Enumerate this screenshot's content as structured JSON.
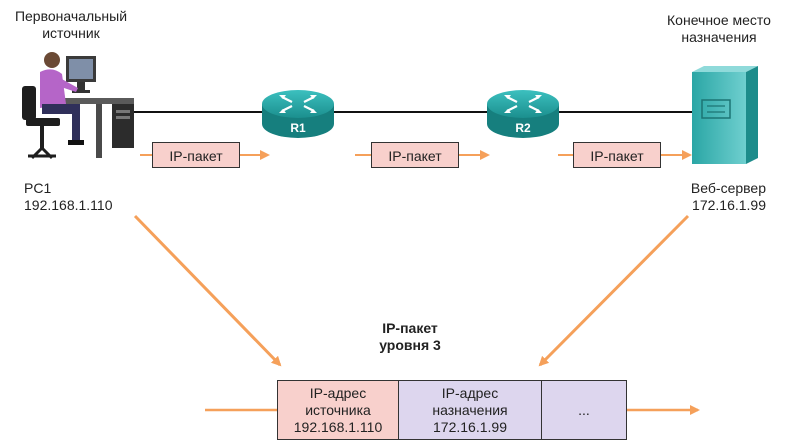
{
  "source_label": [
    "Первоначальный",
    "источник"
  ],
  "destination_label": [
    "Конечное место",
    "назначения"
  ],
  "pc": {
    "name": "PC1",
    "ip": "192.168.1.110"
  },
  "server": {
    "name": "Веб-сервер",
    "ip": "172.16.1.99"
  },
  "routers": [
    {
      "name": "R1"
    },
    {
      "name": "R2"
    }
  ],
  "hop_packet_label": "IP-пакет",
  "layer3_title": [
    "IP-пакет",
    "уровня 3"
  ],
  "header_fields": [
    {
      "lines": [
        "IP-адрес",
        "источника",
        "192.168.1.110"
      ]
    },
    {
      "lines": [
        "IP-адрес",
        "назначения",
        "172.16.1.99"
      ]
    },
    {
      "lines": [
        "",
        "..."
      ]
    }
  ],
  "colors": {
    "arrow": "#f5a05a",
    "packet_fill": "#f8d0cc",
    "field_source": "#f8d0cc",
    "field_destination": "#ddd6ee",
    "router": "#1a9e9c",
    "server": "#3fb5b5"
  }
}
